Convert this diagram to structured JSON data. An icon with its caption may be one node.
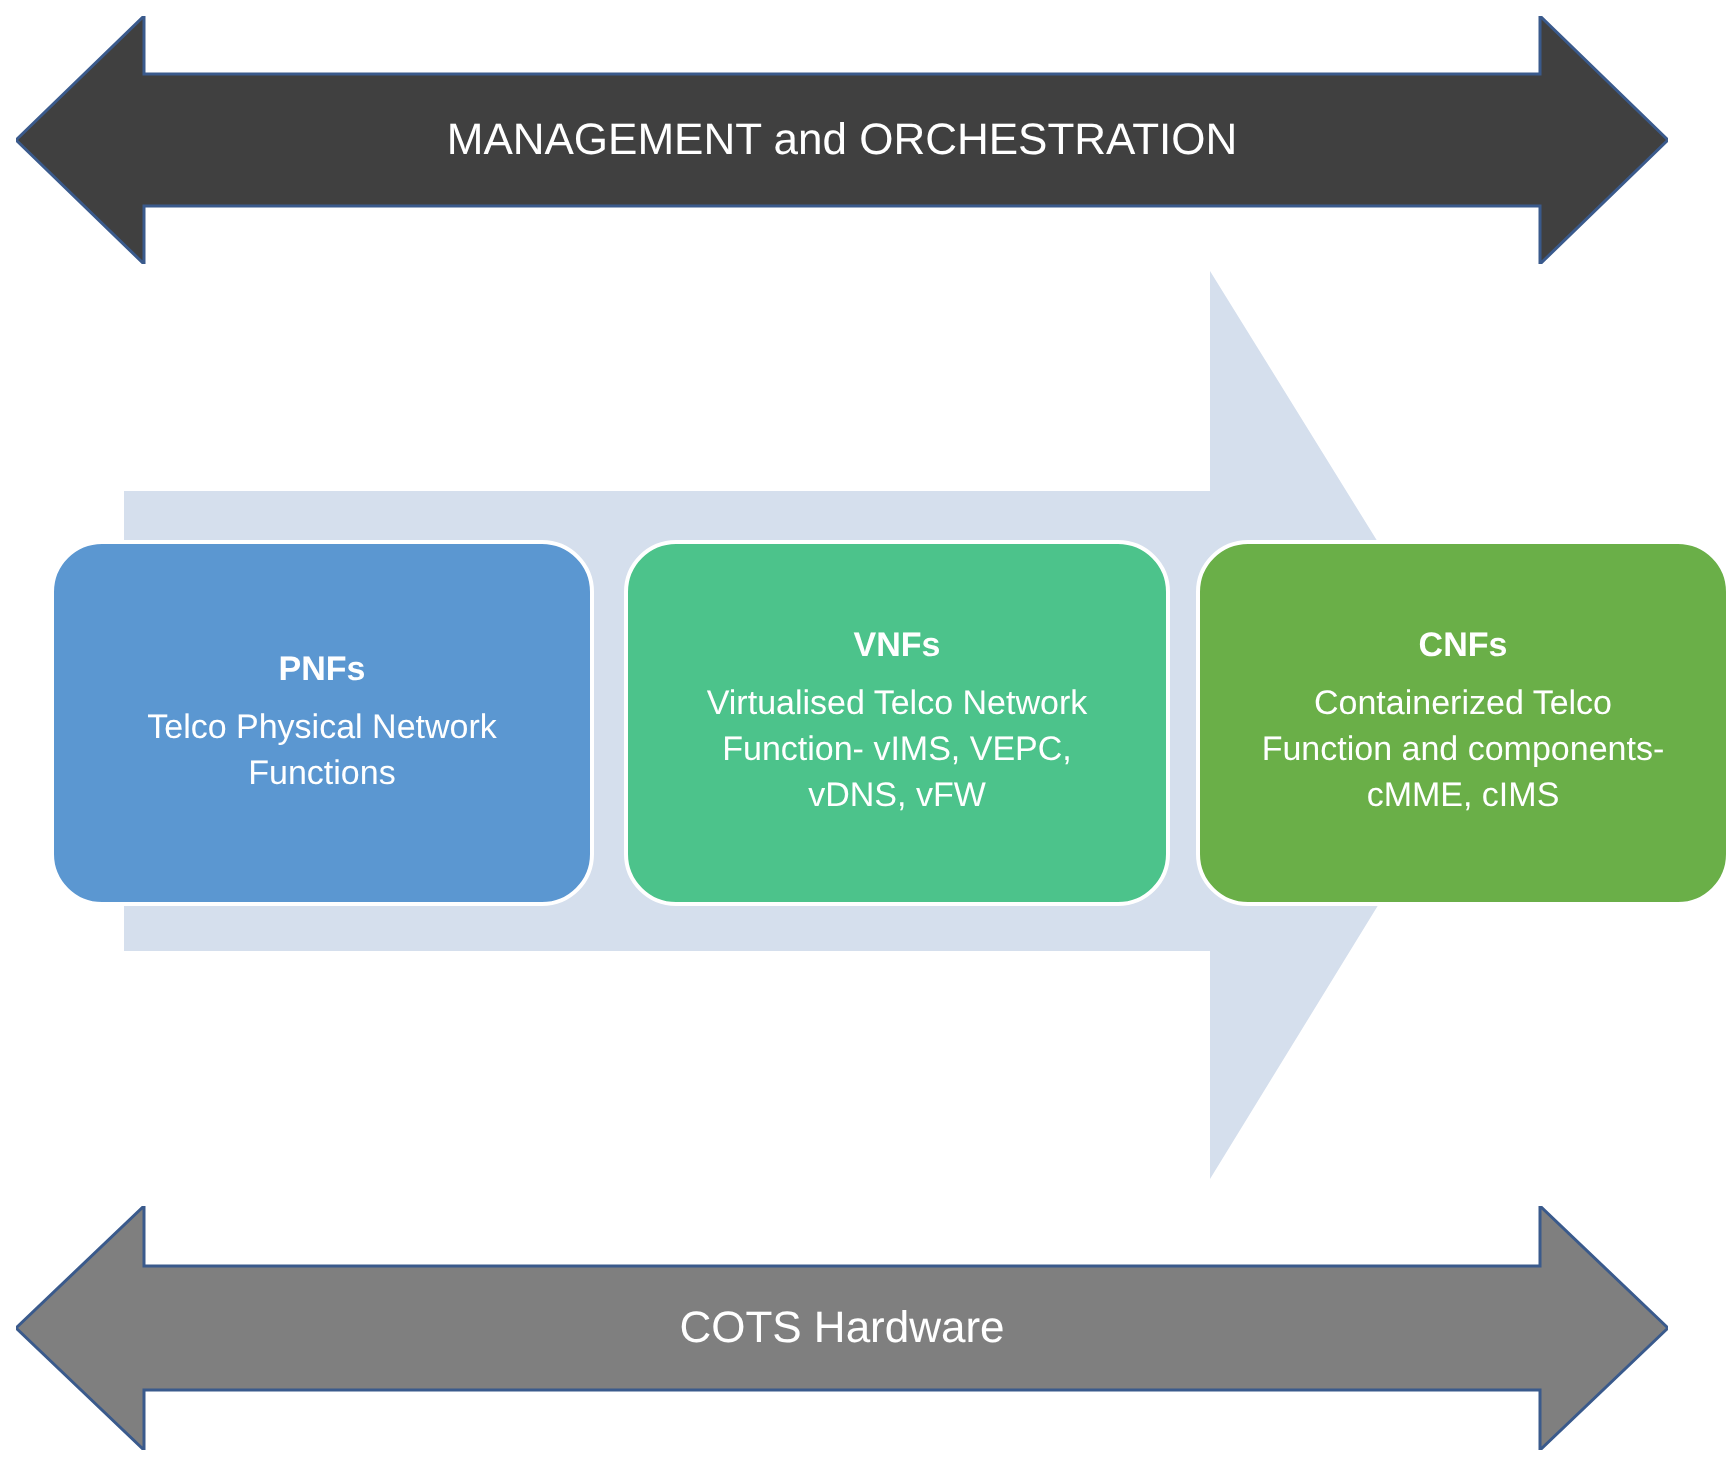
{
  "diagram": {
    "nodes": [
      {
        "text": [
          "MANAGEMENT and ORCHESTRATION"
        ]
      },
      {
        "text": [
          "PNFs",
          "Telco Physical Network Functions"
        ]
      },
      {
        "text": [
          "VNFs",
          "Virtualised Telco Network Function- vIMS, VEPC, vDNS, vFW"
        ]
      },
      {
        "text": [
          "CNFs",
          "Containerized Telco Function and components- cMME, cIMS"
        ]
      },
      {
        "text": [
          "COTS Hardware"
        ]
      }
    ],
    "edges": [
      {
        "from": 1,
        "to": 3,
        "arrow": "to"
      }
    ]
  }
}
